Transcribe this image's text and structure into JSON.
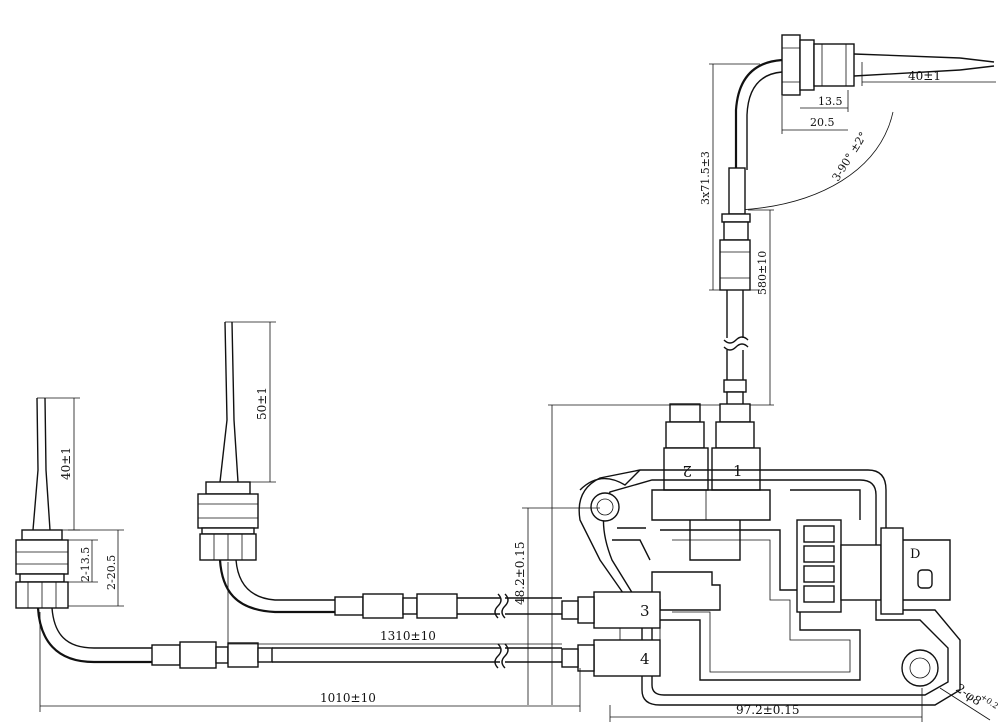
{
  "dimensions": {
    "top_right_len": "40±1",
    "top_13_5": "13.5",
    "top_20_5": "20.5",
    "angle": "3-90° ±2°",
    "vertical_3x": "3x71.5±3",
    "vertical_580": "580±10",
    "mid_50": "50±1",
    "left_40": "40±1",
    "left_2_13_5": "2-13.5",
    "left_2_20_5": "2-20.5",
    "height_48": "48.2±0.15",
    "len_1310": "1310±10",
    "len_1010": "1010±10",
    "width_97": "97.2±0.15",
    "hole": "2-φ8",
    "hole_tol": "+0.2"
  },
  "connector_labels": {
    "c1": "1",
    "c2": "2",
    "c3": "3",
    "c4": "4",
    "side": "D"
  }
}
